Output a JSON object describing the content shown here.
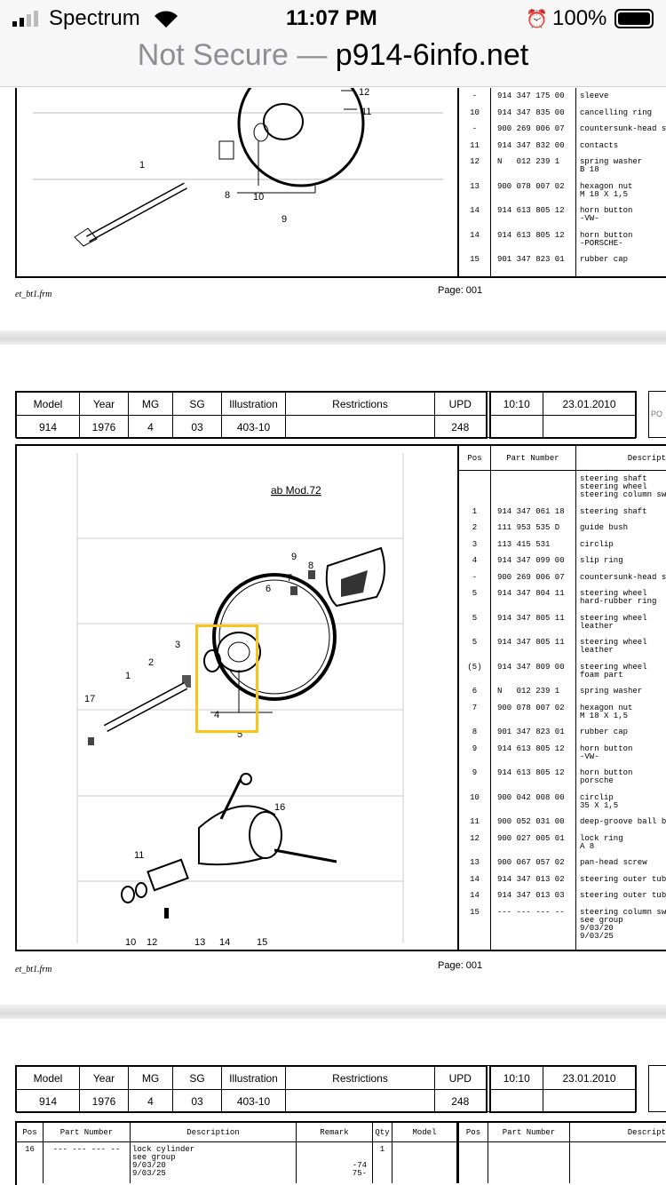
{
  "status_bar": {
    "carrier": "Spectrum",
    "time": "11:07 PM",
    "battery": "100%"
  },
  "url_bar": {
    "security": "Not Secure —",
    "domain": "p914-6info.net"
  },
  "page1": {
    "parts": [
      {
        "pos": "-",
        "pn": "914 347 175 00",
        "desc": "sleeve"
      },
      {
        "pos": "10",
        "pn": "914 347 835 00",
        "desc": "cancelling ring"
      },
      {
        "pos": "-",
        "pn": "900 269 006 07",
        "desc": "countersunk-head s"
      },
      {
        "pos": "11",
        "pn": "914 347 832 00",
        "desc": "contacts"
      },
      {
        "pos": "12",
        "pn": "N   012 239 1",
        "desc": "spring washer\nB 18"
      },
      {
        "pos": "13",
        "pn": "900 078 007 02",
        "desc": "hexagon nut\nM 18 X 1,5"
      },
      {
        "pos": "14",
        "pn": "914 613 805 12",
        "desc": "horn button\n-VW-"
      },
      {
        "pos": "14",
        "pn": "914 613 805 12",
        "desc": "horn button\n-PORSCHE-"
      },
      {
        "pos": "15",
        "pn": "901 347 823 01",
        "desc": "rubber cap"
      }
    ],
    "labels": [
      "12",
      "11",
      "1",
      "8",
      "10",
      "9"
    ],
    "footer": "et_bt1.frm",
    "page": "Page: 001"
  },
  "page2": {
    "header": {
      "cols": [
        "Model",
        "Year",
        "MG",
        "SG",
        "Illustration",
        "Restrictions",
        "UPD"
      ],
      "vals": [
        "914",
        "1976",
        "4",
        "03",
        "403-10",
        "",
        "248"
      ],
      "time": "10:10",
      "date": "23.01.2010",
      "logo": "PO"
    },
    "table_head": {
      "pos": "Pos",
      "pn": "Part Number",
      "desc": "Descript"
    },
    "parts": [
      {
        "pos": "",
        "pn": "",
        "desc": "steering shaft\nsteering wheel\nsteering column sw"
      },
      {
        "pos": "1",
        "pn": "914 347 061 18",
        "desc": "steering shaft"
      },
      {
        "pos": "2",
        "pn": "111 953 535 D",
        "desc": "guide bush"
      },
      {
        "pos": "3",
        "pn": "113 415 531",
        "desc": "circlip"
      },
      {
        "pos": "4",
        "pn": "914 347 099 00",
        "desc": "slip ring"
      },
      {
        "pos": "-",
        "pn": "900 269 006 07",
        "desc": "countersunk-head s"
      },
      {
        "pos": "5",
        "pn": "914 347 804 11",
        "desc": "steering wheel\nhard-rubber ring"
      },
      {
        "pos": "5",
        "pn": "914 347 805 11",
        "desc": "steering wheel\nleather"
      },
      {
        "pos": "5",
        "pn": "914 347 805 11",
        "desc": "steering wheel\nleather"
      },
      {
        "pos": "(5)",
        "pn": "914 347 809 00",
        "desc": "steering wheel\nfoam part"
      },
      {
        "pos": "6",
        "pn": "N   012 239 1",
        "desc": "spring washer"
      },
      {
        "pos": "7",
        "pn": "900 078 007 02",
        "desc": "hexagon nut\nM 18 X 1,5"
      },
      {
        "pos": "8",
        "pn": "901 347 823 01",
        "desc": "rubber cap"
      },
      {
        "pos": "9",
        "pn": "914 613 805 12",
        "desc": "horn button\n-VW-"
      },
      {
        "pos": "9",
        "pn": "914 613 805 12",
        "desc": "horn button\nporsche"
      },
      {
        "pos": "10",
        "pn": "900 042 008 00",
        "desc": "circlip\n35 X 1,5"
      },
      {
        "pos": "11",
        "pn": "900 052 031 00",
        "desc": "deep-groove ball b"
      },
      {
        "pos": "12",
        "pn": "900 027 005 01",
        "desc": "lock ring\nA 8"
      },
      {
        "pos": "13",
        "pn": "900 067 057 02",
        "desc": "pan-head screw"
      },
      {
        "pos": "14",
        "pn": "914 347 013 02",
        "desc": "steering outer tub"
      },
      {
        "pos": "14",
        "pn": "914 347 013 03",
        "desc": "steering outer tub"
      },
      {
        "pos": "15",
        "pn": "--- --- --- --",
        "desc": "steering column sw\nsee group\n9/03/20\n9/03/25"
      }
    ],
    "illustration_caption": "ab Mod.72",
    "labels": [
      "9",
      "8",
      "7",
      "6",
      "3",
      "2",
      "1",
      "17",
      "4",
      "5",
      "16",
      "11",
      "10",
      "12",
      "13",
      "14",
      "15"
    ],
    "highlight_color": "#f5c518",
    "footer": "et_bt1.frm",
    "page": "Page: 001"
  },
  "page3": {
    "header": {
      "vals": [
        "914",
        "1976",
        "4",
        "03",
        "403-10",
        "",
        "248"
      ],
      "time": "10:10",
      "date": "23.01.2010"
    },
    "table_head": [
      "Pos",
      "Part Number",
      "Description",
      "Remark",
      "Qty",
      "Model",
      "Pos",
      "Part Number",
      "Descript"
    ],
    "row": {
      "pos": "16",
      "pn": "--- --- --- --",
      "desc": "lock cylinder\nsee group\n9/03/20\n9/03/25",
      "remark": "-74\n75-",
      "qty": "1"
    }
  }
}
